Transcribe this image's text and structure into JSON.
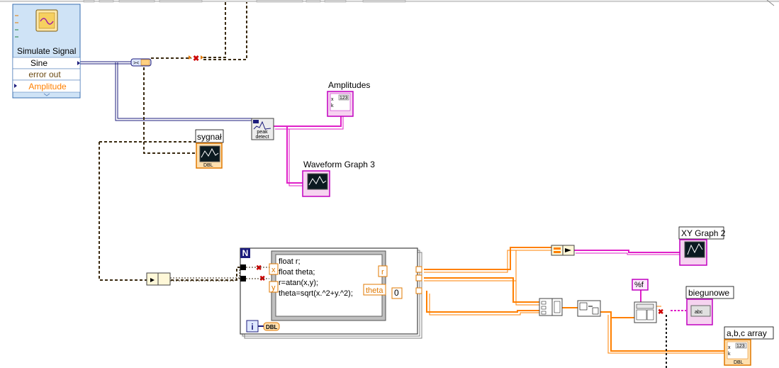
{
  "express_vi": {
    "name": "Simulate Signal",
    "terminals": [
      "Sine",
      "error out",
      "Amplitude"
    ]
  },
  "indicators": {
    "amplitudes": "Amplitudes",
    "sygnal": "sygnał",
    "waveform_graph": "Waveform Graph 3",
    "xy_graph": "XY Graph 2",
    "biegunowe": "biegunowe",
    "abc_array": "a,b,c array"
  },
  "peak_detect": [
    "peak",
    "detect"
  ],
  "for_loop": {
    "count_terminal": "N",
    "iteration_terminal": "i",
    "iteration_type": "DBL",
    "constant": "0"
  },
  "formula_node": {
    "code_lines": [
      "float r;",
      "float theta;",
      "r=atan(x,y);",
      "theta=sqrt(x.^2+y.^2);"
    ],
    "inputs": [
      "x",
      "y"
    ],
    "outputs": [
      "r",
      "theta"
    ]
  },
  "format_string": "%f",
  "terminal_types": {
    "numeric": "123",
    "dbl": "DBL",
    "string": "abc"
  },
  "colors": {
    "waveform_wire": "#1c1c7c",
    "error_wire": "#6b4a14",
    "dbl_wire": "#ff8000",
    "cluster_wire": "#e020c8",
    "loop_frame": "#808080"
  }
}
